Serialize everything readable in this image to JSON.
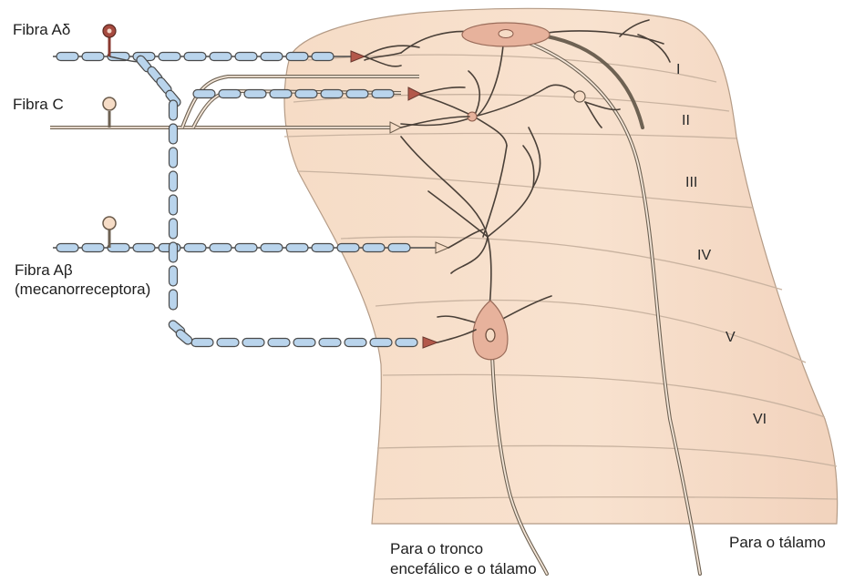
{
  "labels": {
    "fiber_a_delta": "Fibra Aδ",
    "fiber_c": "Fibra C",
    "fiber_a_beta": "Fibra Aβ",
    "fiber_a_beta_sub": "(mecanorreceptora)",
    "brainstem_line1": "Para o tronco",
    "brainstem_line2": "encefálico e o tálamo",
    "thalamus": "Para o tálamo"
  },
  "laminae": [
    "I",
    "II",
    "III",
    "IV",
    "V",
    "VI"
  ],
  "colors": {
    "spinal_cord": "#f7dfca",
    "neuron": "#e7b29c",
    "myelin": "#b9d4ec",
    "terminal": "#b3584a",
    "receptor_red": "#a64a3f"
  }
}
